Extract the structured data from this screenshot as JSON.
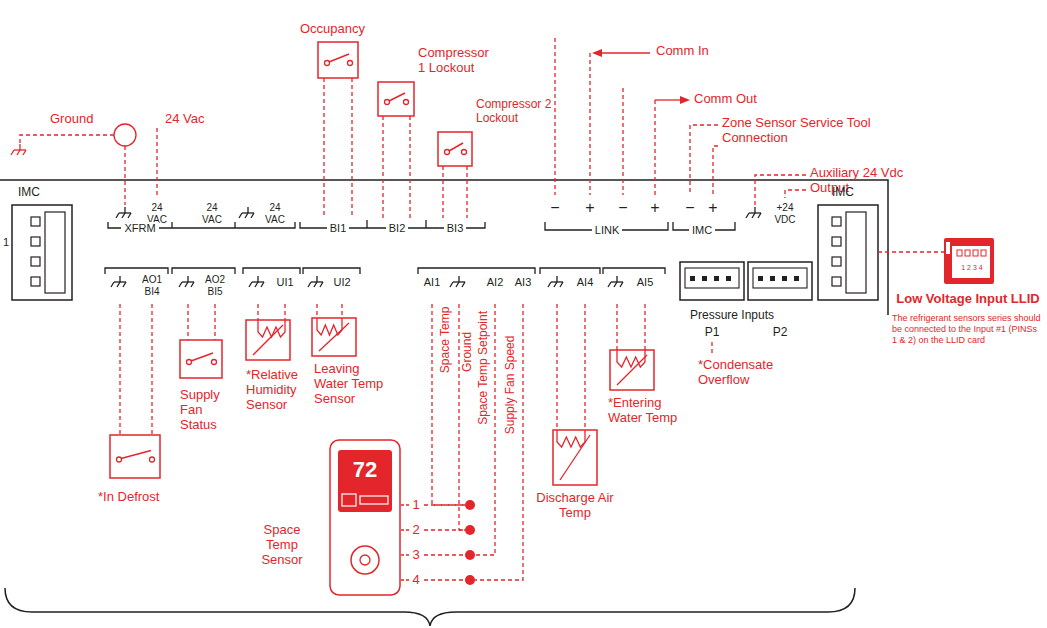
{
  "diagram": {
    "nodes": [
      {
        "text": [
          "Low Voltage Input LLID",
          "The refrigerant sensors series should be connected to the Input #1 (PINSs 1 & 2) on the LLID card"
        ]
      }
    ],
    "labels": [
      "Occupancy",
      "Compressor 1 Lockout",
      "Compressor 2 Lockout",
      "Ground",
      "24 Vac",
      "Comm In",
      "Comm Out",
      "Zone Sensor Service Tool Connection",
      "Auxiliary 24 Vdc Output",
      "IMC",
      "1",
      "24 VAC",
      "XFRM",
      "24 VAC",
      "24 VAC",
      "BI1",
      "BI2",
      "BI3",
      "−",
      "+",
      "−",
      "+",
      "LINK",
      "−",
      "+",
      "IMC",
      "+24 VDC",
      "IMC",
      "AO1 BI4",
      "AO2 BI5",
      "UI1",
      "UI2",
      "AI1",
      "AI2",
      "AI3",
      "AI4",
      "AI5",
      "Pressure Inputs",
      "P1",
      "P2",
      "*Condensate Overflow",
      "*In Defrost",
      "Supply Fan Status",
      "*Relative Humidity Sensor",
      "Leaving Water Temp Sensor",
      "Space Temp",
      "Ground",
      "Space Temp Setpoint",
      "Supply Fan Speed",
      "1",
      "2",
      "3",
      "4",
      "Space Temp Sensor",
      "72",
      "Discharge Air Temp",
      "*Entering Water Temp",
      "1 2 3 4"
    ]
  }
}
